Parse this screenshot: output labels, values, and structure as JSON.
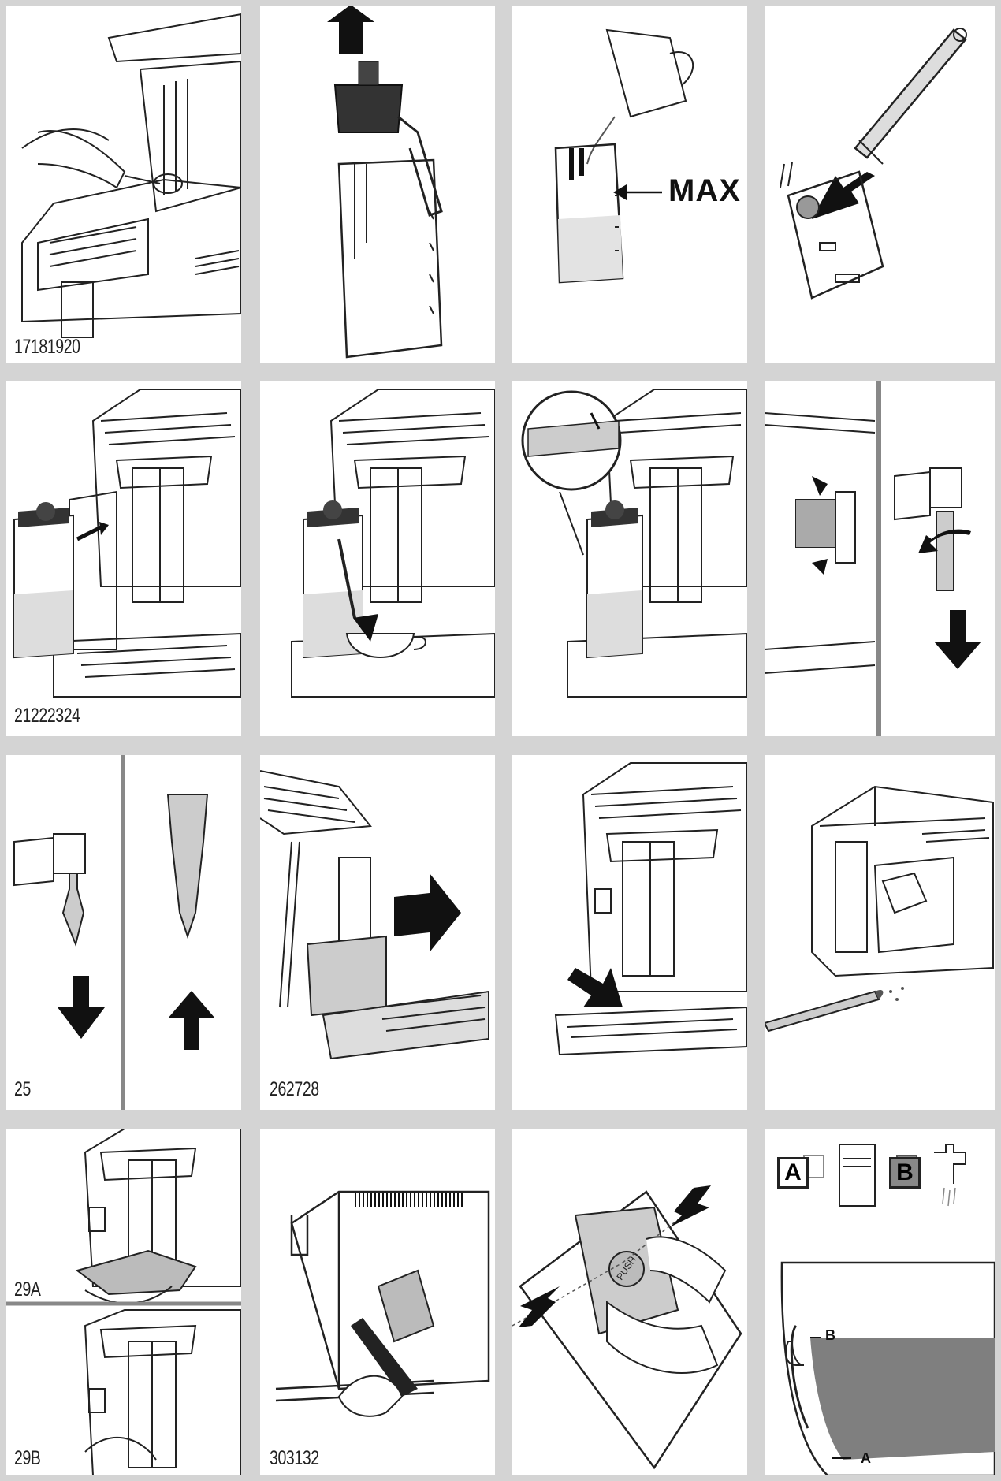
{
  "figures": {
    "r1c1": "17181920",
    "r2c1": "21222324",
    "r3c1": "25",
    "r3c2": "262728",
    "r4c1a": "29A",
    "r4c1b": "29B",
    "r4c2": "303132"
  },
  "annotations": {
    "max": "MAX",
    "letter_a": "A",
    "letter_b": "B",
    "push": "PUSH"
  },
  "icons": {
    "arrow": "arrow-icon",
    "faucet": "faucet-icon"
  }
}
